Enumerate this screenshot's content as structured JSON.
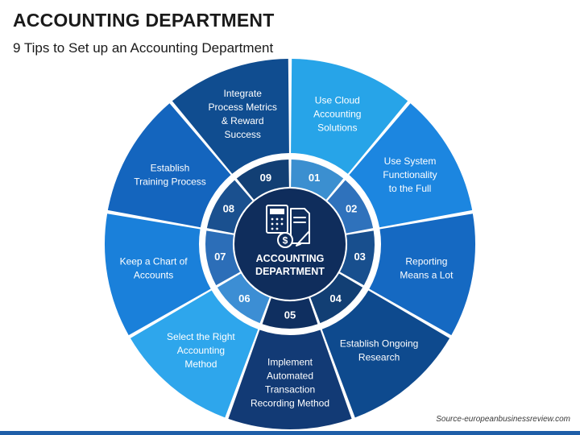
{
  "header": {
    "title": "ACCOUNTING DEPARTMENT",
    "subtitle": "9 Tips to Set up an Accounting Department"
  },
  "center": {
    "lines": [
      "ACCOUNTING",
      "DEPARTMENT"
    ],
    "icon": "calculator-document-dollar-icon"
  },
  "segments": [
    {
      "number": "01",
      "lines": [
        "Use Cloud",
        "Accounting",
        "Solutions"
      ],
      "outer_color": "#27a4e8",
      "inner_color": "#3b8fd0"
    },
    {
      "number": "02",
      "lines": [
        "Use System",
        "Functionality",
        "to the Full"
      ],
      "outer_color": "#1c86e0",
      "inner_color": "#2f72bc"
    },
    {
      "number": "03",
      "lines": [
        "Reporting",
        "Means a Lot"
      ],
      "outer_color": "#1569c2",
      "inner_color": "#184f8e"
    },
    {
      "number": "04",
      "lines": [
        "Establish Ongoing",
        "Research"
      ],
      "outer_color": "#0e4a8e",
      "inner_color": "#123f74"
    },
    {
      "number": "05",
      "lines": [
        "Implement",
        "Automated",
        "Transaction",
        "Recording Method"
      ],
      "outer_color": "#123a75",
      "inner_color": "#0f2f60"
    },
    {
      "number": "06",
      "lines": [
        "Select the Right",
        "Accounting",
        "Method"
      ],
      "outer_color": "#2ea6ec",
      "inner_color": "#3c8ed4"
    },
    {
      "number": "07",
      "lines": [
        "Keep a Chart of",
        "Accounts"
      ],
      "outer_color": "#1a80da",
      "inner_color": "#2c6eb8"
    },
    {
      "number": "08",
      "lines": [
        "Establish",
        "Training Process"
      ],
      "outer_color": "#1465be",
      "inner_color": "#1a508f"
    },
    {
      "number": "09",
      "lines": [
        "Integrate",
        "Process Metrics",
        "& Reward",
        "Success"
      ],
      "outer_color": "#104d90",
      "inner_color": "#123f74"
    }
  ],
  "colors": {
    "center_fill": "#0f2d5c",
    "ring_bg": "#ffffff",
    "gap": "#ffffff"
  },
  "footer": {
    "source": "Source-europeanbusinessreview.com"
  }
}
